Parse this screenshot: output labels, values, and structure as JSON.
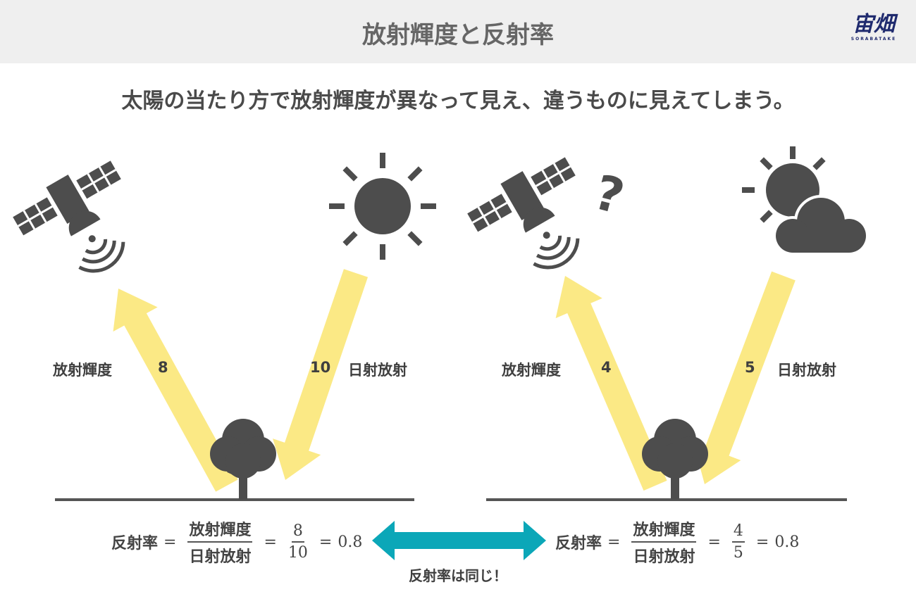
{
  "header": {
    "title": "放射輝度と反射率"
  },
  "logo": {
    "main": "宙畑",
    "sub": "SORABATAKE"
  },
  "subtitle": "太陽の当たり方で放射輝度が異なって見え、違うものに見えてしまう。",
  "left_panel": {
    "radiance_label": "放射輝度",
    "radiance_value": "8",
    "irradiance_label": "日射放射",
    "irradiance_value": "10",
    "sky": "sun-icon"
  },
  "right_panel": {
    "radiance_label": "放射輝度",
    "radiance_value": "4",
    "irradiance_label": "日射放射",
    "irradiance_value": "5",
    "question_mark": "?",
    "sky": "sun-behind-cloud-icon"
  },
  "formula_left": {
    "lhs": "反射率",
    "eq": "=",
    "num": "放射輝度",
    "den": "日射放射",
    "vnum": "8",
    "vden": "10",
    "result": "0.8"
  },
  "formula_right": {
    "lhs": "反射率",
    "eq": "=",
    "num": "放射輝度",
    "den": "日射放射",
    "vnum": "4",
    "vden": "5",
    "result": "0.8"
  },
  "comparison": "反射率は同じ！",
  "colors": {
    "ray": "#fbe985",
    "icon": "#4d4d4d",
    "accent": "#0ba7b8",
    "header_bg": "#efefef"
  }
}
